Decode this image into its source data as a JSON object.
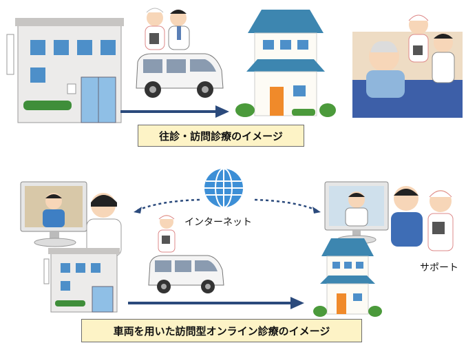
{
  "captions": {
    "top": "往診・訪問診療のイメージ",
    "bottom": "車両を用いた訪問型オンライン診療のイメージ"
  },
  "labels": {
    "internet": "インターネット",
    "support": "サポート"
  },
  "icons": [
    "clinic-building-icon",
    "doctor-nurse-pair-icon",
    "van-icon",
    "house-icon",
    "patient-visit-icon",
    "monitor-patient-icon",
    "doctor-icon",
    "globe-icon",
    "nurse-icon",
    "monitor-doctor-icon",
    "nurse-doctor-support-icon"
  ],
  "colors": {
    "caption_bg": "#fdf3c6",
    "arrow": "#2b4a7c",
    "roof": "#3d86b0",
    "globe": "#3d8fd6"
  }
}
